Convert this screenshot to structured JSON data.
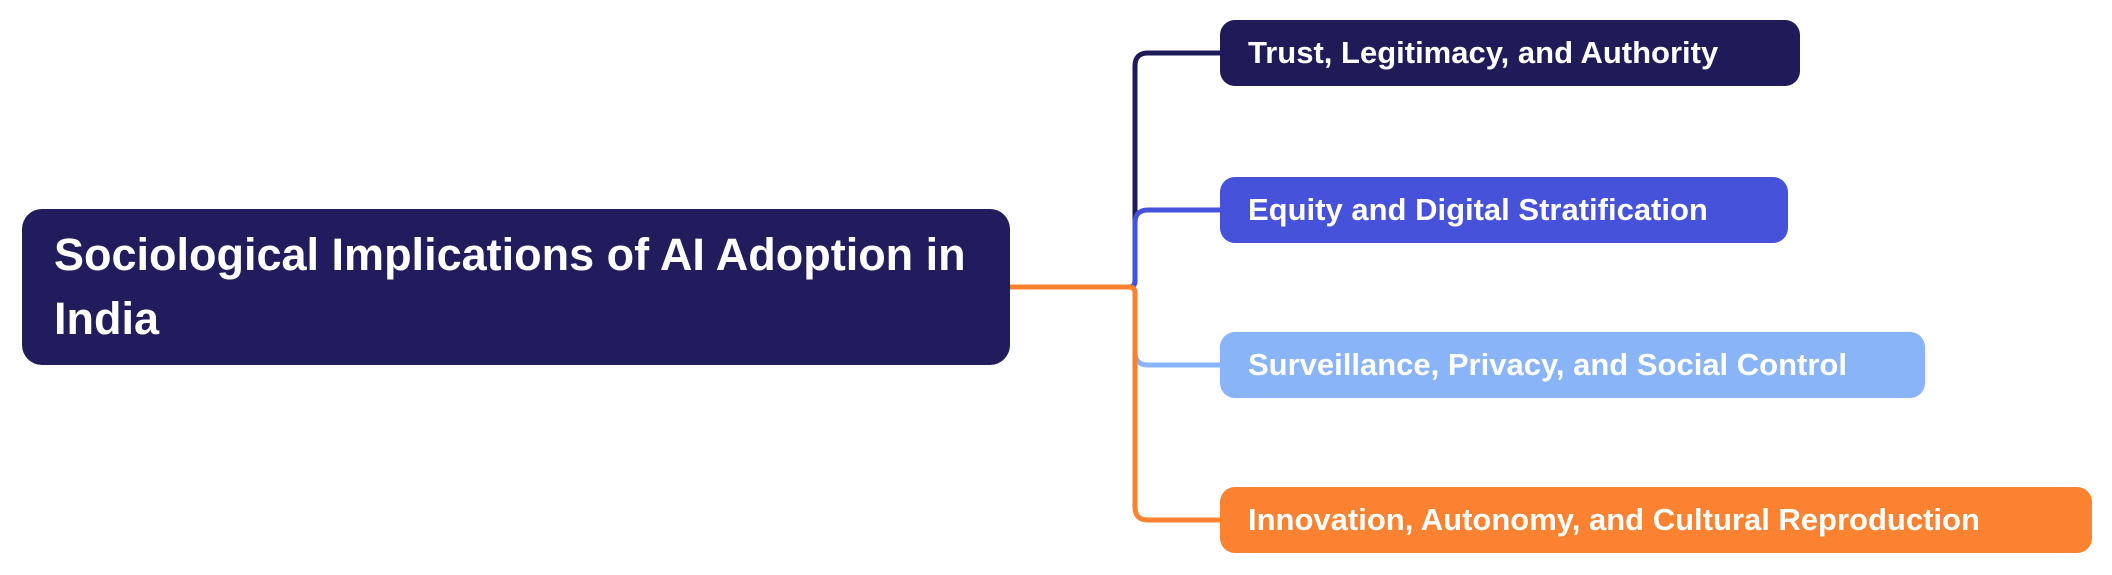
{
  "canvas": {
    "background": "#ffffff"
  },
  "mindmap": {
    "root": {
      "label": "Sociological Implications of AI Adoption in India",
      "lines": [
        "Sociological Implications of AI Adoption in",
        "India"
      ],
      "color": "#211d5c",
      "text_color": "#ffffff"
    },
    "children": [
      {
        "label": "Trust, Legitimacy, and Authority",
        "color": "#1f1b58",
        "text_color": "#ffffff"
      },
      {
        "label": "Equity and Digital Stratification",
        "color": "#4652d9",
        "text_color": "#ffffff"
      },
      {
        "label": "Surveillance, Privacy, and Social Control",
        "color": "#8ab4f8",
        "text_color": "#ffffff"
      },
      {
        "label": "Innovation, Autonomy, and Cultural Reproduction",
        "color": "#fa8231",
        "text_color": "#ffffff"
      }
    ]
  }
}
